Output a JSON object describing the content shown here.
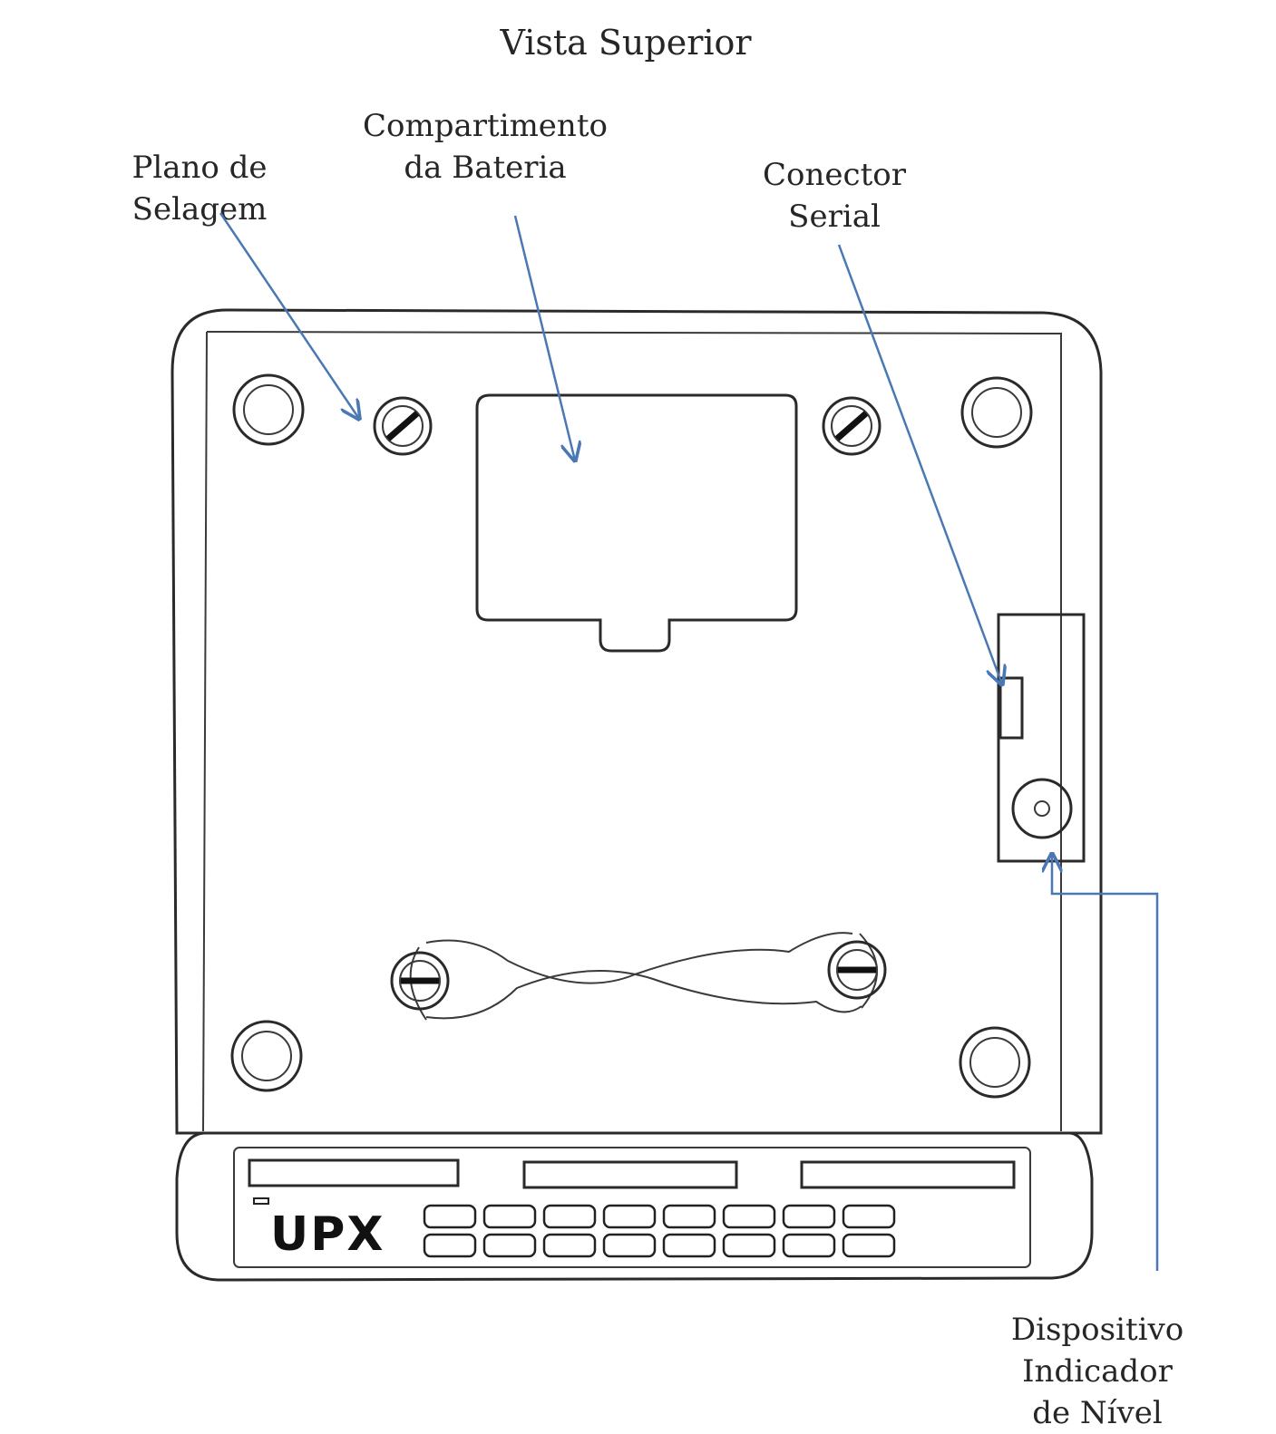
{
  "title": "Vista Superior",
  "labels": {
    "sealing_plane": [
      "Plano de",
      "Selagem"
    ],
    "battery_compartment": [
      "Compartimento",
      "da Bateria"
    ],
    "serial_connector": [
      "Conector",
      "Serial"
    ],
    "level_indicator": [
      "Dispositivo Indicador",
      "de Nível"
    ]
  },
  "logo": "UPX",
  "colors": {
    "arrow": "#4a78b4",
    "ink": "#2a2a2a"
  }
}
